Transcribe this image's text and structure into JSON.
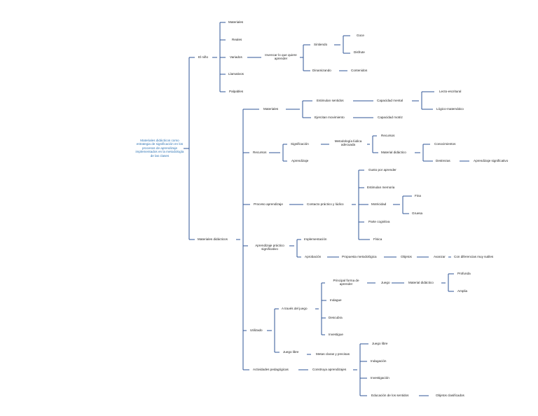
{
  "colors": {
    "line": "#2f5597",
    "root_text": "#2e74b5",
    "text": "#1a1a1a"
  },
  "root": "Materiales didácticos como estrategia de significación en los procesos de aprendizaje implementados en la metodología de las clases",
  "n": {
    "el_nino": "El niño",
    "materiales": "Materiales",
    "reales": "Reales",
    "variados": "Variados",
    "llamativos": "Llamativos",
    "palpables": "Palpables",
    "invencar": "Invencar lo que quiere aprender",
    "sintiendo": "Sintiendo",
    "goce": "Goce",
    "disfrute": "Disfrute",
    "dinamizando": "Dinamizando",
    "contenidos": "Contenidos",
    "materiales_didacticos": "Materiales didácticos",
    "materiales2": "Materiales",
    "estimulan_sentidos": "Estimulan sentidos",
    "ejercitan_movimiento": "Ejercitan movimiento",
    "capacidad_mental": "Capacidad mental",
    "capacidad_motriz": "Capacidad motriz",
    "lecto_escritural": "Lecto-escritural",
    "logico_matematico": "Lógico-matemático",
    "recursos": "Recursos",
    "significacion": "Significación",
    "aprendizaje": "Aprendizaje",
    "metodologia_ludica": "Metodología lúdica adecuada",
    "recursos2": "Recursos",
    "material_didactico": "Material didáctico",
    "conocimientos": "Conocimientos",
    "destrezas": "Destrezas",
    "aprendizaje_significativo": "Aprendizaje significativo",
    "proceso_aprendizaje": "Proceso aprendizaje",
    "contacto": "Contacto práctico y lúdico",
    "gusto": "Gusto por aprender",
    "estimulan_memoria": "Estimulan memoria",
    "motricidad": "Motricidad",
    "fina": "Fina",
    "gruesa": "Gruesa",
    "parte_cognitiva": "Parte cognitiva",
    "fisica": "Física",
    "aprendizaje_practico": "Aprendizaje práctico significativo",
    "implementacion": "Implementación",
    "aprobacion": "Aprobación",
    "propuesta": "Propuesta metodológica",
    "objetos": "Objetos",
    "avanzar": "Avanzar",
    "diferencias": "Con diferencias muy sutiles",
    "utilizado": "Utilizado",
    "traves_juego": "A través del juego",
    "juego_libre": "Juego libre",
    "principal_forma": "Principal forma de aprender",
    "indague": "Indague",
    "descubra": "Descubra",
    "investigue": "Investigue",
    "juego": "Juego",
    "material_didactico2": "Material didáctico",
    "profunda": "Profunda",
    "amplia": "Amplia",
    "metas": "Metas claras y precisas",
    "actividades": "Actividades pedagógicas",
    "construya": "Construya aprendizajes",
    "juego_libre2": "Juego libre",
    "indagacion": "Indagación",
    "investigacion": "Investigación",
    "educacion_sentidos": "Educación de los sentidos",
    "objetos_clasificados": "Objetos clasificados"
  }
}
